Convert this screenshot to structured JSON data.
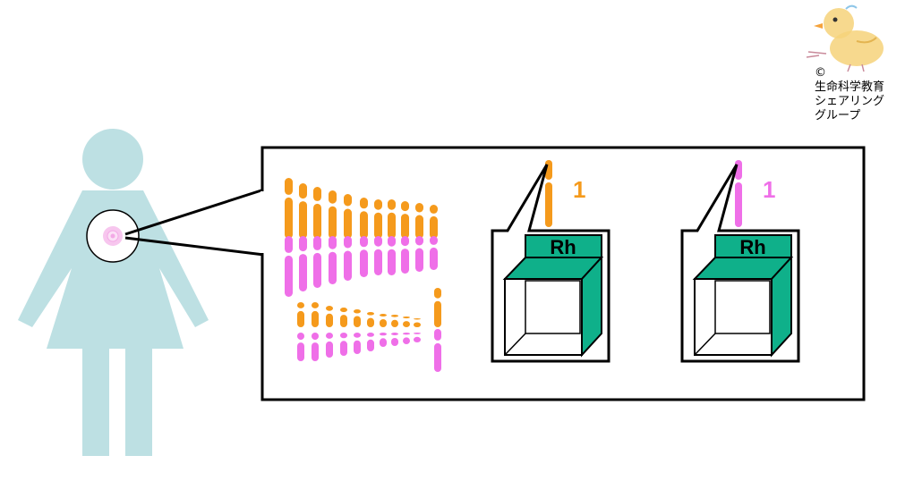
{
  "credit": {
    "symbol": "©",
    "lines": [
      "生命科学教育",
      "シェアリング",
      "グループ"
    ]
  },
  "genes": [
    {
      "label": "Rh",
      "number": "1",
      "chromosome_color": "#f59a1c"
    },
    {
      "label": "Rh",
      "number": "1",
      "chromosome_color": "#ef6fe8"
    }
  ],
  "colors": {
    "person": "#bde0e3",
    "orange_chromosome": "#f59a1c",
    "pink_chromosome": "#ef6fe8",
    "box_green": "#0fb08a",
    "cell_pink": "#f7c6ee"
  }
}
